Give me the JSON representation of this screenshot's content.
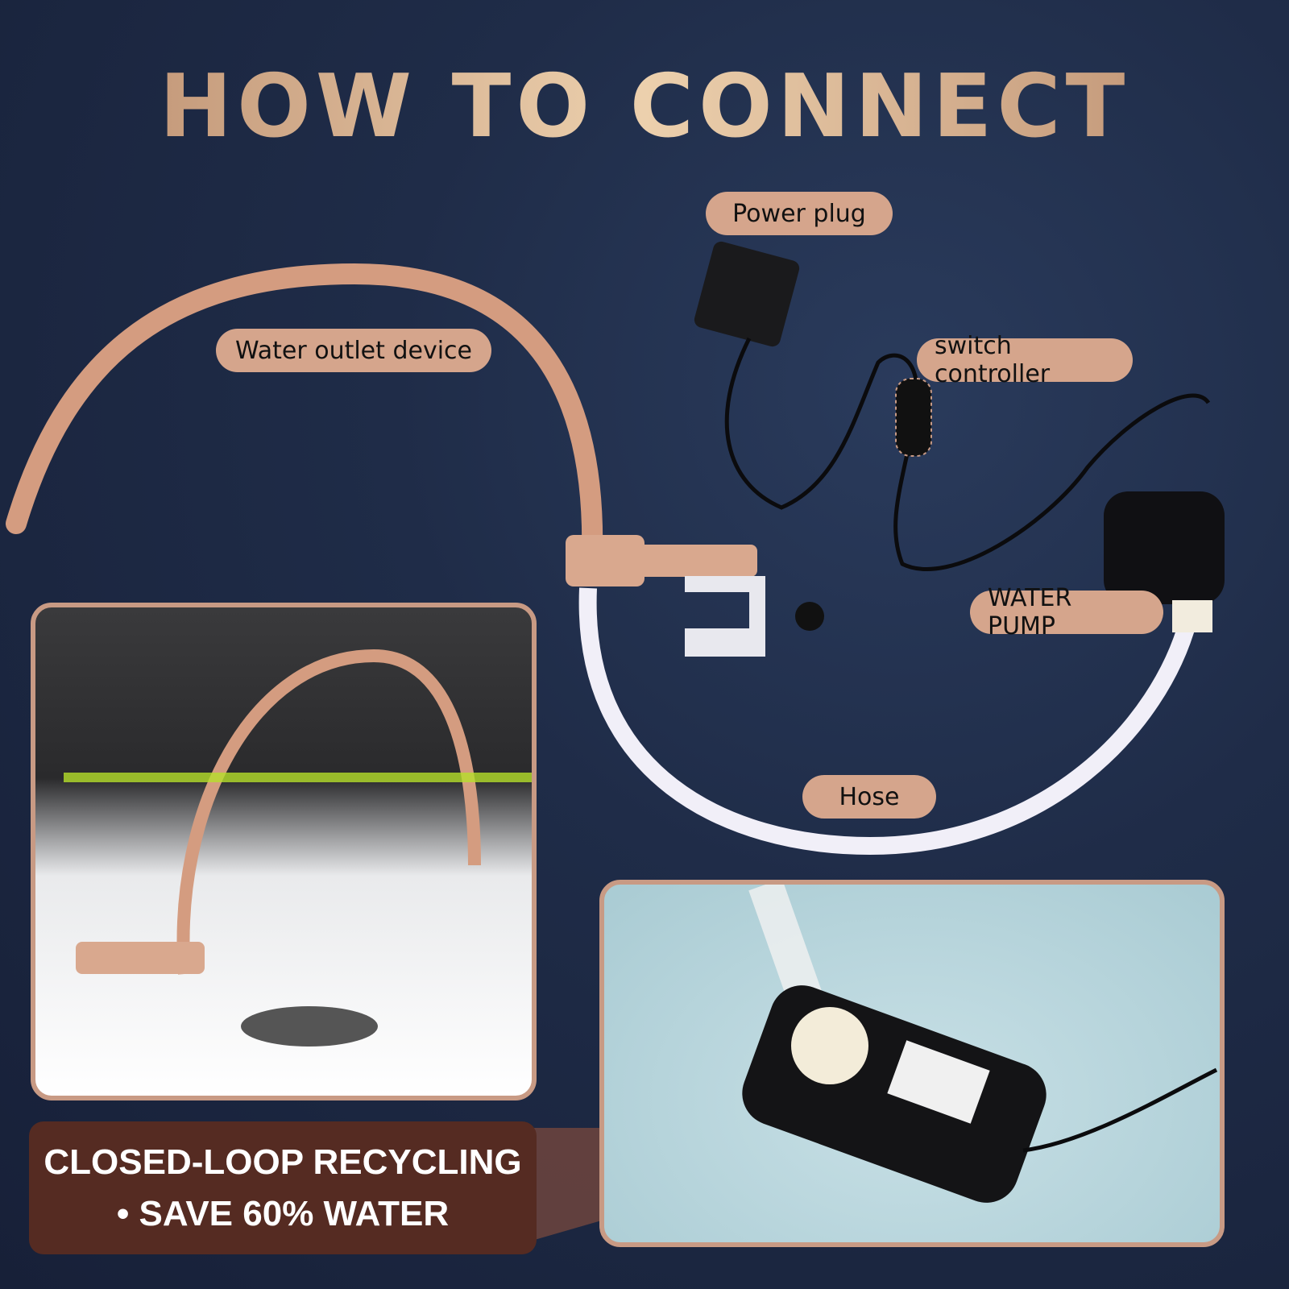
{
  "title": "HOW TO CONNECT",
  "labels": {
    "power_plug": "Power plug",
    "water_outlet": "Water outlet device",
    "switch_controller": "switch controller",
    "water_pump": "WATER PUMP",
    "hose": "Hose"
  },
  "banner": {
    "line1": "CLOSED-LOOP RECYCLING",
    "line2": "• SAVE 60% WATER"
  },
  "colors": {
    "background": "#1f2c48",
    "accent": "#d5a58c",
    "banner": "#552b22",
    "copper": "#d49c80"
  }
}
